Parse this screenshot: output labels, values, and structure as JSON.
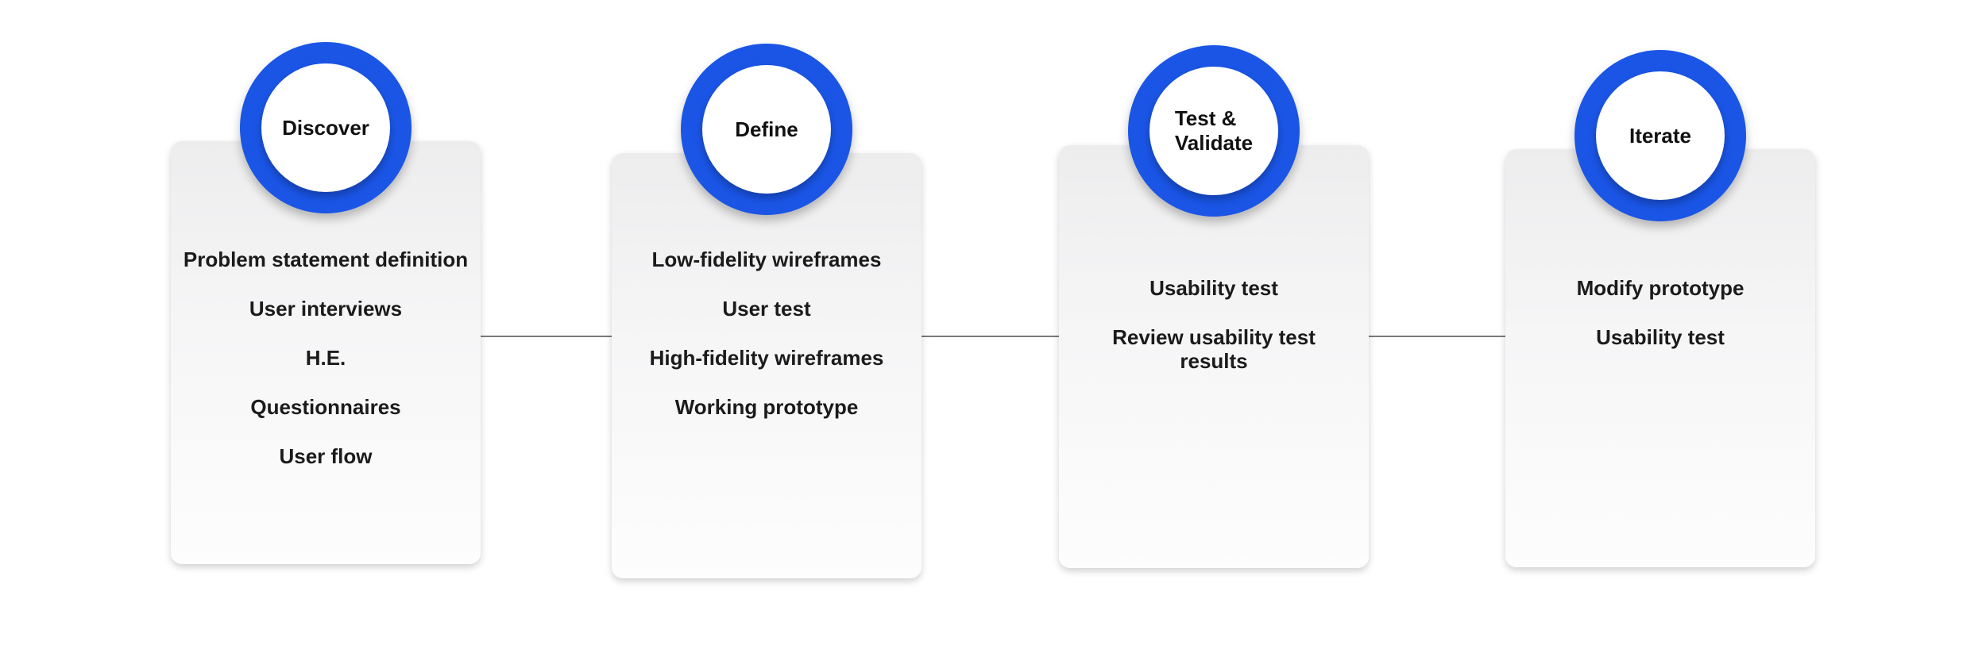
{
  "colors": {
    "accent": "#1a55e6",
    "connector": "#7a7a7a",
    "card_top": "#ededee",
    "card_bottom": "#fdfdfd",
    "text": "#1b1b1b"
  },
  "stages": [
    {
      "label": "Discover",
      "items": [
        "Problem statement definition",
        "User interviews",
        "H.E.",
        "Questionnaires",
        "User flow"
      ]
    },
    {
      "label": "Define",
      "items": [
        "Low-fidelity wireframes",
        "User test",
        "High-fidelity wireframes",
        "Working prototype"
      ]
    },
    {
      "label": "Test &\nValidate",
      "items": [
        "Usability test",
        "Review usability test\nresults"
      ]
    },
    {
      "label": "Iterate",
      "items": [
        "Modify prototype",
        "Usability test"
      ]
    }
  ]
}
